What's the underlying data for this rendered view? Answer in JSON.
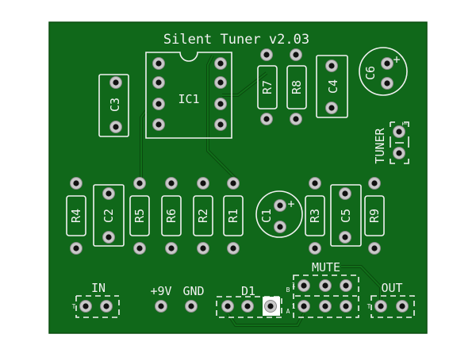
{
  "board": {
    "title": "Silent Tuner v2.03",
    "board_color": "#10681a",
    "silkscreen_color": "#f2f2f2",
    "pad_color": "#c8c8c8"
  },
  "components": {
    "ic1": "IC1",
    "c1": "C1",
    "c2": "C2",
    "c3": "C3",
    "c4": "C4",
    "c5": "C5",
    "c6": "C6",
    "r1": "R1",
    "r2": "R2",
    "r3": "R3",
    "r4": "R4",
    "r5": "R5",
    "r6": "R6",
    "r7": "R7",
    "r8": "R8",
    "r9": "R9",
    "d1": "D1"
  },
  "connectors": {
    "in": "IN",
    "out": "OUT",
    "tuner": "TUNER",
    "mute": "MUTE",
    "power_pos": "+9V",
    "power_gnd": "GND",
    "tip_mark": "T",
    "row_a": "A",
    "row_b": "B",
    "pin1_mark": "1",
    "plus_mark": "+"
  }
}
